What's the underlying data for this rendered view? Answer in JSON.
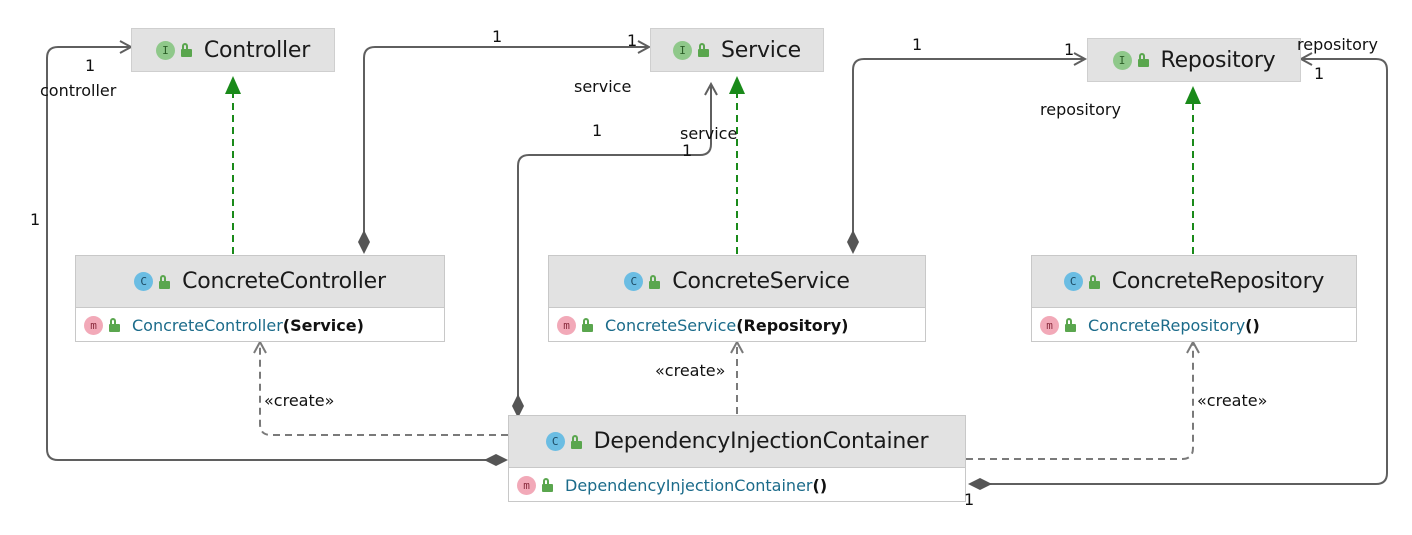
{
  "nodes": {
    "controller": {
      "name": "Controller",
      "badge": "I"
    },
    "service": {
      "name": "Service",
      "badge": "I"
    },
    "repository": {
      "name": "Repository",
      "badge": "I"
    },
    "concrete_controller": {
      "name": "ConcreteController",
      "badge": "C",
      "method": {
        "badge": "m",
        "name": "ConcreteController",
        "open": "(",
        "args": "Service",
        "close": ")"
      }
    },
    "concrete_service": {
      "name": "ConcreteService",
      "badge": "C",
      "method": {
        "badge": "m",
        "name": "ConcreteService",
        "open": "(",
        "args": "Repository",
        "close": ")"
      }
    },
    "concrete_repository": {
      "name": "ConcreteRepository",
      "badge": "C",
      "method": {
        "badge": "m",
        "name": "ConcreteRepository",
        "open": "(",
        "args": "",
        "close": ")"
      }
    },
    "container": {
      "name": "DependencyInjectionContainer",
      "badge": "C",
      "method": {
        "badge": "m",
        "name": "DependencyInjectionContainer",
        "open": "(",
        "args": "",
        "close": ")"
      }
    }
  },
  "labels": {
    "l1": "1",
    "l2": "controller",
    "l3": "1",
    "l4": "1",
    "l5": "1",
    "l6": "service",
    "l7": "1",
    "l8": "service",
    "l9": "1",
    "l10": "1",
    "l11": "1",
    "l12": "repository",
    "l13": "repository",
    "l14": "1",
    "l15": "1",
    "l16": "«create»",
    "l17": "«create»",
    "l18": "«create»"
  },
  "colors": {
    "realization": "#1a8a1a",
    "association": "#5f5f5f",
    "dependency": "#7a7a7a"
  }
}
